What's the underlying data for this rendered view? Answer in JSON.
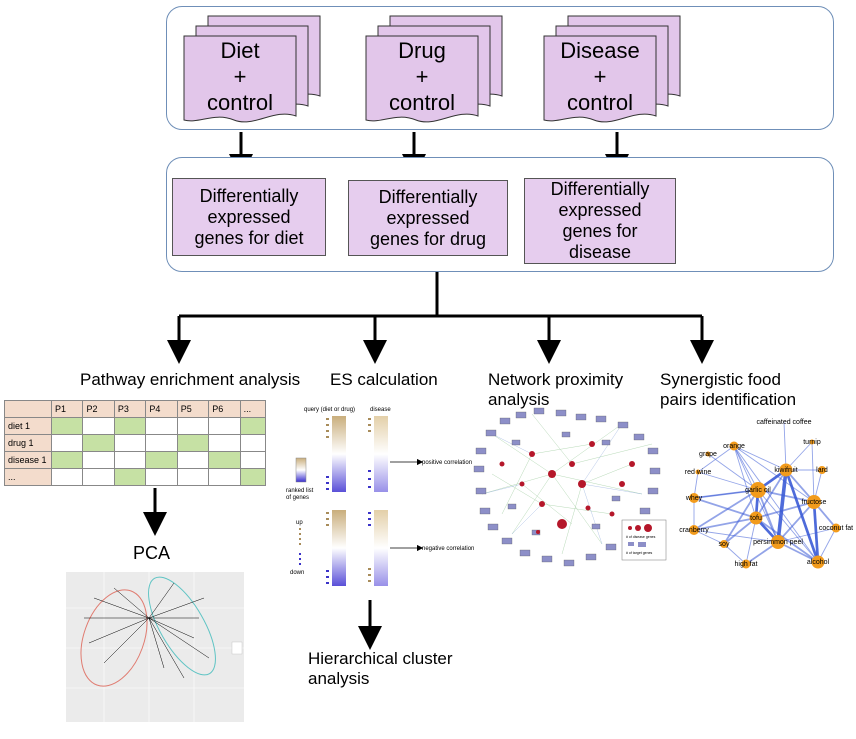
{
  "inputs": [
    {
      "line1": "Diet",
      "line2": "+",
      "line3": "control"
    },
    {
      "line1": "Drug",
      "line2": "+",
      "line3": "control"
    },
    {
      "line1": "Disease",
      "line2": "+",
      "line3": "control"
    }
  ],
  "deg_boxes": [
    {
      "line1": "Differentially",
      "line2": "expressed",
      "line3": "genes for diet"
    },
    {
      "line1": "Differentially",
      "line2": "expressed",
      "line3": "genes for drug"
    },
    {
      "line1": "Differentially",
      "line2": "expressed",
      "line3": "genes for",
      "line4": "disease"
    }
  ],
  "analyses": {
    "pathway": "Pathway enrichment analysis",
    "es": "ES calculation",
    "network_l1": "Network proximity",
    "network_l2": "analysis",
    "synergy_l1": "Synergistic food",
    "synergy_l2": "pairs identification",
    "pca": "PCA",
    "hcluster_l1": "Hierarchical cluster",
    "hcluster_l2": "analysis"
  },
  "pathway_table": {
    "headers": [
      "",
      "P1",
      "P2",
      "P3",
      "P4",
      "P5",
      "P6",
      "..."
    ],
    "rows": [
      {
        "label": "diet 1",
        "green": [
          1,
          3,
          7
        ]
      },
      {
        "label": "drug 1",
        "green": [
          2,
          5
        ]
      },
      {
        "label": "disease 1",
        "green": [
          1,
          4,
          6
        ]
      },
      {
        "label": "...",
        "green": [
          3,
          7
        ]
      }
    ]
  },
  "es_panel": {
    "query_label": "query (diet or drug)",
    "disease_label": "disease",
    "ranked_l1": "ranked list",
    "ranked_l2": "of genes",
    "up": "up",
    "down": "down",
    "positive": "positive correlation",
    "negative": "negative correlation"
  },
  "food_network": {
    "nodes": [
      {
        "label": "caffeinated coffee",
        "size": 0
      },
      {
        "label": "orange",
        "size": 9
      },
      {
        "label": "grape",
        "size": 5
      },
      {
        "label": "turnip",
        "size": 5
      },
      {
        "label": "red wine",
        "size": 5
      },
      {
        "label": "kiwifruit",
        "size": 13
      },
      {
        "label": "garlic oil",
        "size": 16
      },
      {
        "label": "lard",
        "size": 8
      },
      {
        "label": "whey",
        "size": 10
      },
      {
        "label": "fructose",
        "size": 14
      },
      {
        "label": "tofu",
        "size": 13
      },
      {
        "label": "cranberry",
        "size": 10
      },
      {
        "label": "persimmon peel",
        "size": 14
      },
      {
        "label": "coconut fat",
        "size": 9
      },
      {
        "label": "soy",
        "size": 8
      },
      {
        "label": "high fat",
        "size": 9
      },
      {
        "label": "alcohol",
        "size": 13
      }
    ]
  },
  "network_legend": {
    "sig_genes": "# of disease genes",
    "target_genes": "# of target genes"
  },
  "colors": {
    "frame": "#6f8fb8",
    "doc_fill": "#e2c6ea",
    "deg_fill": "#e6cdee",
    "green_cell": "#c6e1a4",
    "header_cell": "#f3dccc",
    "food_node": "#f29b1c",
    "food_edge": "#3b5bd6",
    "net_node": "#b5172a",
    "net_box": "#8d8fc8"
  }
}
